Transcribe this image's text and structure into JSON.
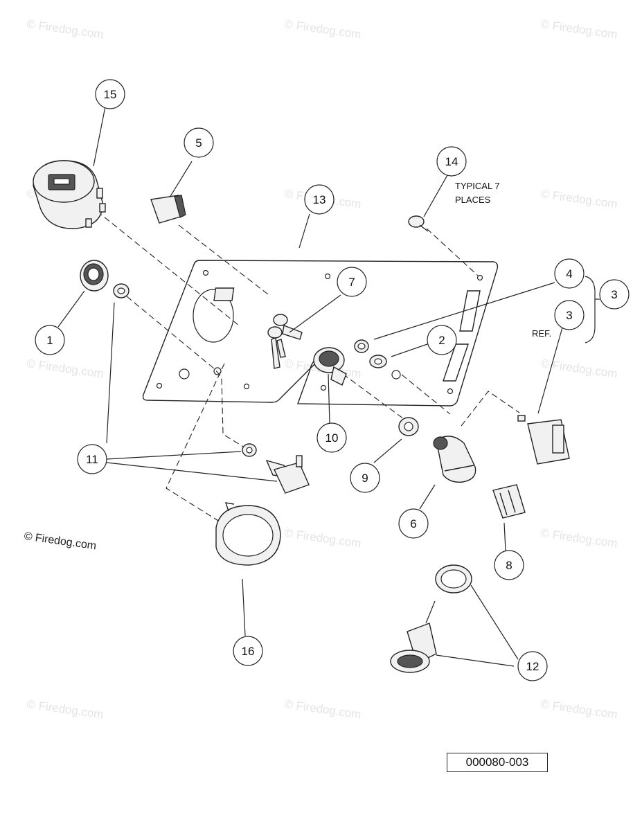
{
  "watermark": "© Firedog.com",
  "copyright": "© Firedog.com",
  "drawing_number": "000080-003",
  "notes": {
    "typical_line1": "TYPICAL 7",
    "typical_line2": "PLACES",
    "ref": "REF."
  },
  "callouts": {
    "c1": "1",
    "c2": "2",
    "c3a": "3",
    "c3b": "3",
    "c4": "4",
    "c5": "5",
    "c6": "6",
    "c7": "7",
    "c8": "8",
    "c9": "9",
    "c10": "10",
    "c11": "11",
    "c12": "12",
    "c13": "13",
    "c14": "14",
    "c15": "15",
    "c16": "16"
  }
}
